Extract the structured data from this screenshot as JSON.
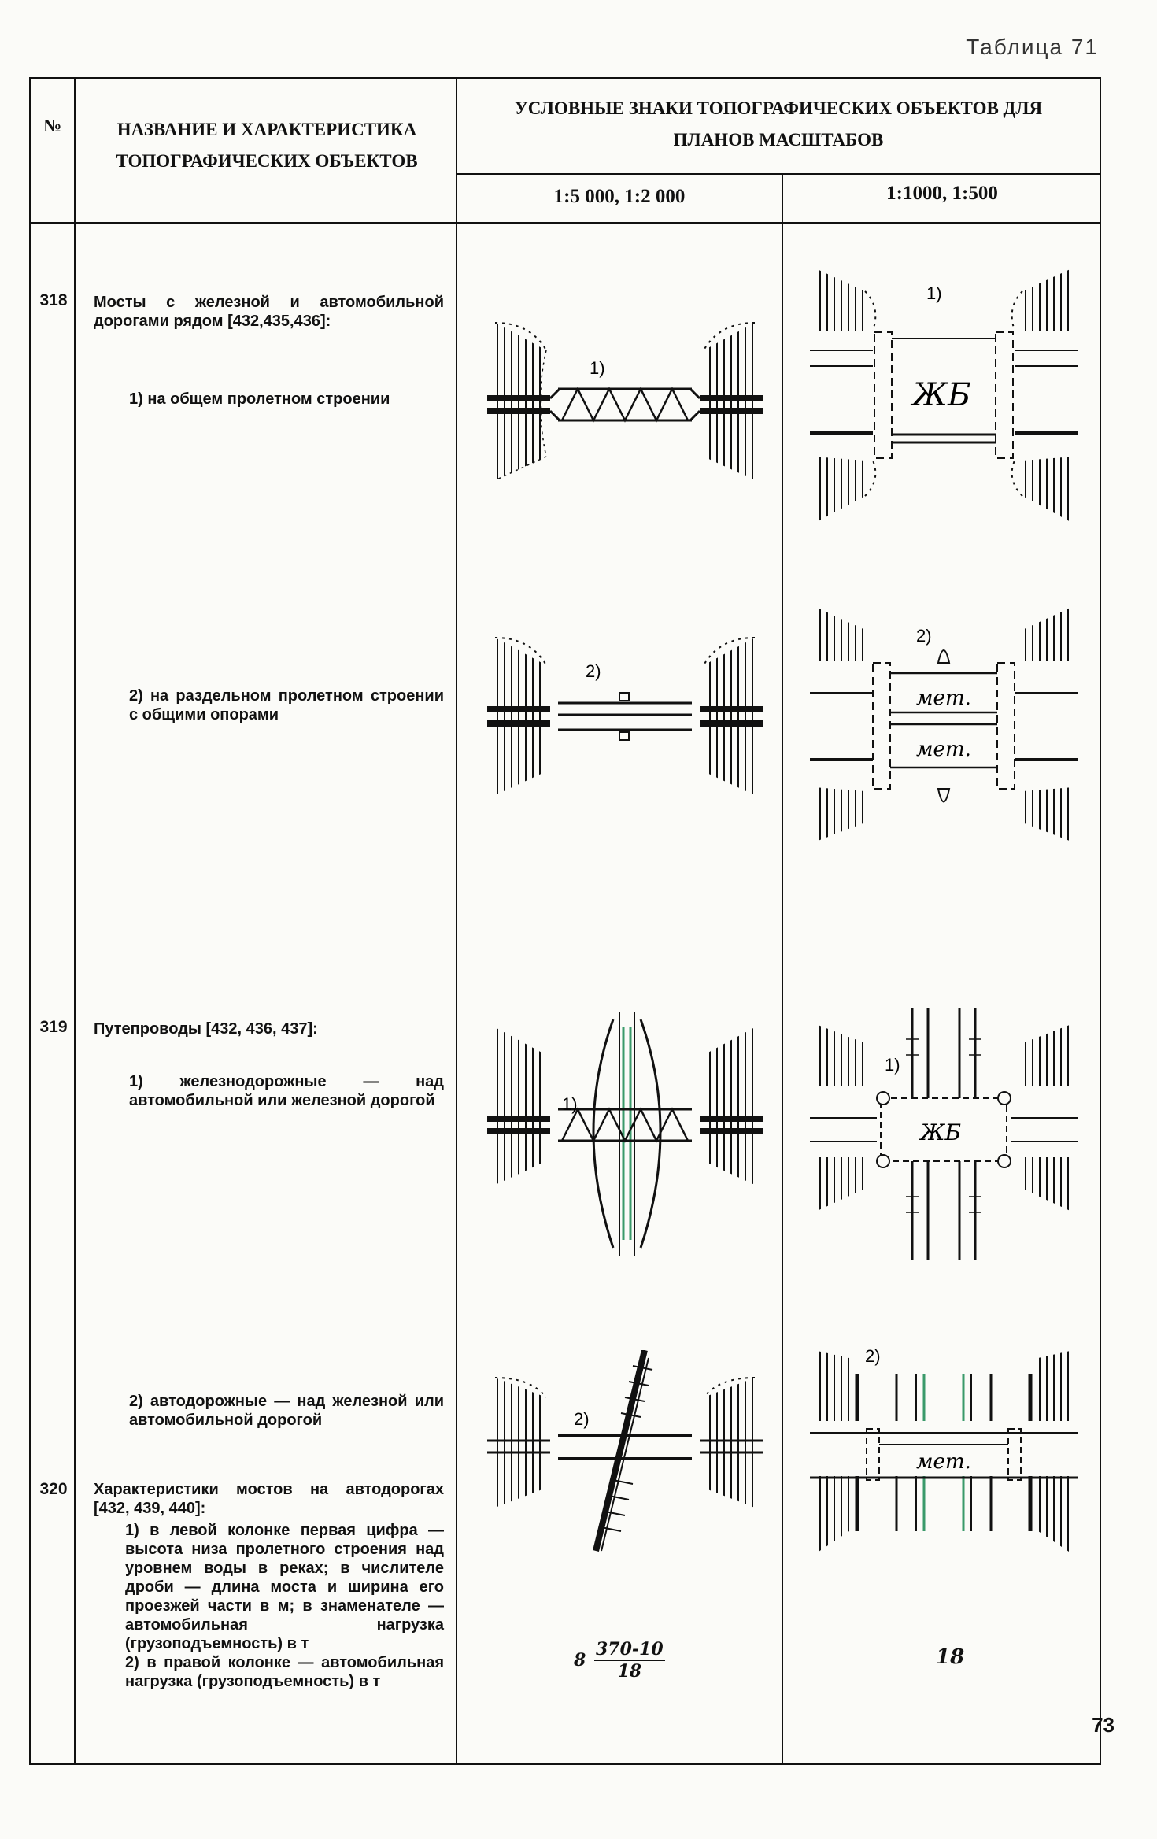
{
  "page": {
    "table_caption": "Таблица 71",
    "page_number": "73"
  },
  "header": {
    "col_no": "№",
    "col_name": "НАЗВАНИЕ И ХАРАКТЕРИСТИКА ТОПОГРАФИЧЕСКИХ ОБЪЕКТОВ",
    "col_symbols": "УСЛОВНЫЕ ЗНАКИ ТОПОГРАФИЧЕСКИХ ОБЪЕКТОВ ДЛЯ ПЛАНОВ МАСШТАБОВ",
    "scale_small": "1:5 000, 1:2 000",
    "scale_large": "1:1000, 1:500"
  },
  "rows": {
    "r318": {
      "number": "318",
      "title": "Мосты с железной и автомобильной дорогами рядом [432,435,436]:",
      "item1": "1) на общем пролетном строении",
      "item2": "2) на раздельном пролетном строении с общими опорами"
    },
    "r319": {
      "number": "319",
      "title": "Путепроводы [432, 436, 437]:",
      "item1": "1) железнодорожные — над автомобильной или железной дорогой",
      "item2": "2) автодорожные — над железной или автомобильной дорогой"
    },
    "r320": {
      "number": "320",
      "title": "Характеристики мостов на автодорогах [432, 439, 440]:",
      "item1": "1) в левой колонке первая цифра — высота низа пролетного строения над уровнем воды в реках; в числителе дроби — длина моста и ширина его проезжей части в м; в знаменателе — автомобильная нагрузка (грузоподъемность) в т",
      "item2": "2) в правой колонке — автомобильная нагрузка (грузоподъемность) в т"
    }
  },
  "symbols": {
    "l1": "1)",
    "l2": "2)",
    "zhb": "ЖБ",
    "met": "мет.",
    "char_prefix": "8",
    "char_num": "370-10",
    "char_den": "18",
    "char_right": "18"
  },
  "colors": {
    "ink": "#111111",
    "green": "#3a9a6a",
    "paper": "#fbfbf8"
  }
}
